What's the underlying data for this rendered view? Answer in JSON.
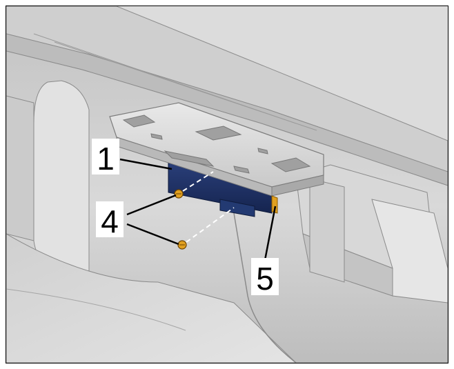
{
  "callouts": {
    "c1": "1",
    "c4": "4",
    "c5": "5"
  },
  "colors": {
    "module": "#1d2f63",
    "screw": "#e0a020",
    "panel": "#d4d4d4"
  }
}
